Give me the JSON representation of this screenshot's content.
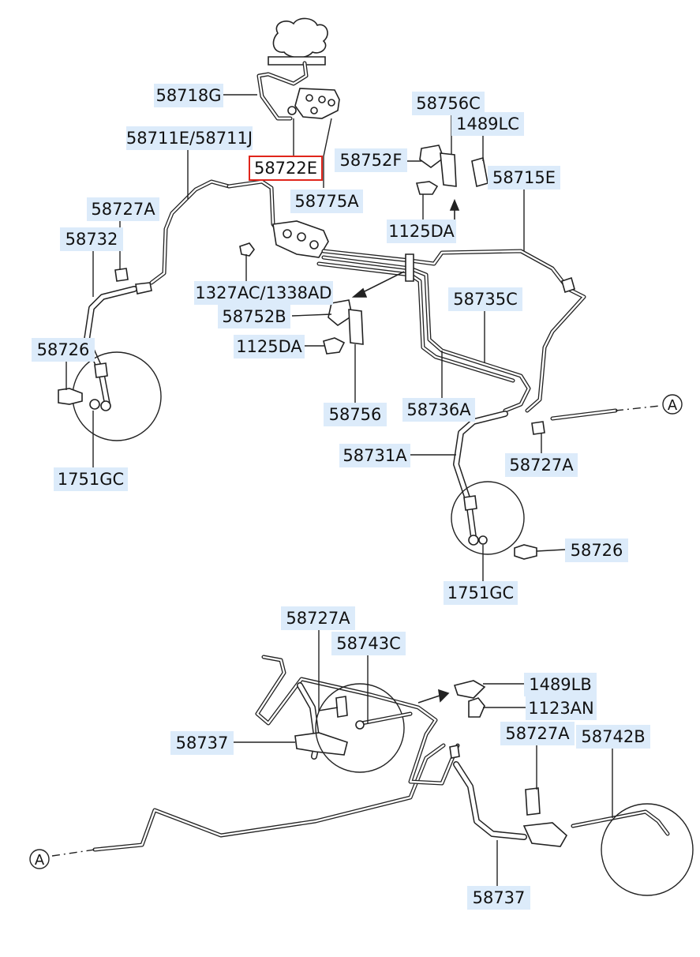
{
  "labels": {
    "l_58718g": "58718G",
    "l_58711e_58711j": "58711E/58711J",
    "l_58722e": "58722E",
    "l_58775a": "58775A",
    "l_58756c": "58756C",
    "l_1489lc": "1489LC",
    "l_58752f": "58752F",
    "l_58715e": "58715E",
    "l_1125da_top": "1125DA",
    "l_58727a_left": "58727A",
    "l_58732": "58732",
    "l_1327ac": "1327AC/1338AD",
    "l_58752b": "58752B",
    "l_58735c": "58735C",
    "l_1125da_mid": "1125DA",
    "l_58726_left": "58726",
    "l_58756": "58756",
    "l_58736a": "58736A",
    "l_58731a": "58731A",
    "l_58727a_right": "58727A",
    "l_1751gc_left": "1751GC",
    "l_58726_right": "58726",
    "l_1751gc_right": "1751GC",
    "l_58727a_rear": "58727A",
    "l_58743c": "58743C",
    "l_1489lb": "1489LB",
    "l_1123an": "1123AN",
    "l_58737_left": "58737",
    "l_58727a_rear2": "58727A",
    "l_58742b": "58742B",
    "l_58737_right": "58737"
  },
  "refs": {
    "a_top": "A",
    "a_bottom": "A"
  },
  "highlight": {
    "label": "58722E",
    "color": "#e0251b"
  },
  "colors": {
    "label_bg": "#dcebfa",
    "line": "#222222"
  }
}
